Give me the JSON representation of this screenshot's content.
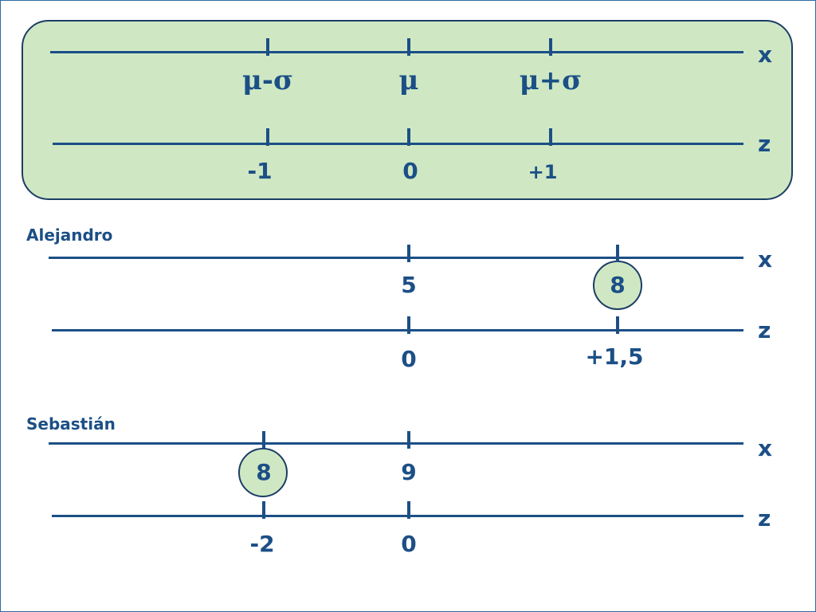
{
  "scales": {
    "reference": {
      "x_labels": [
        "μ-σ",
        "μ",
        "μ+σ"
      ],
      "z_labels": [
        "-1",
        "0",
        "+1"
      ]
    },
    "alejandro": {
      "name": "Alejandro",
      "x_labels": [
        "5",
        "8"
      ],
      "z_labels": [
        "0",
        "+1,5"
      ],
      "highlighted": "8"
    },
    "sebastian": {
      "name": "Sebastián",
      "x_labels": [
        "8",
        "9"
      ],
      "z_labels": [
        "-2",
        "0"
      ],
      "highlighted": "8"
    }
  },
  "axis_names": {
    "x": "x",
    "z": "z"
  },
  "colors": {
    "line": "#1c4f86",
    "panel_fill": "#cfe8c3",
    "panel_border": "#1c3d66",
    "frame": "#2d6aa0"
  }
}
